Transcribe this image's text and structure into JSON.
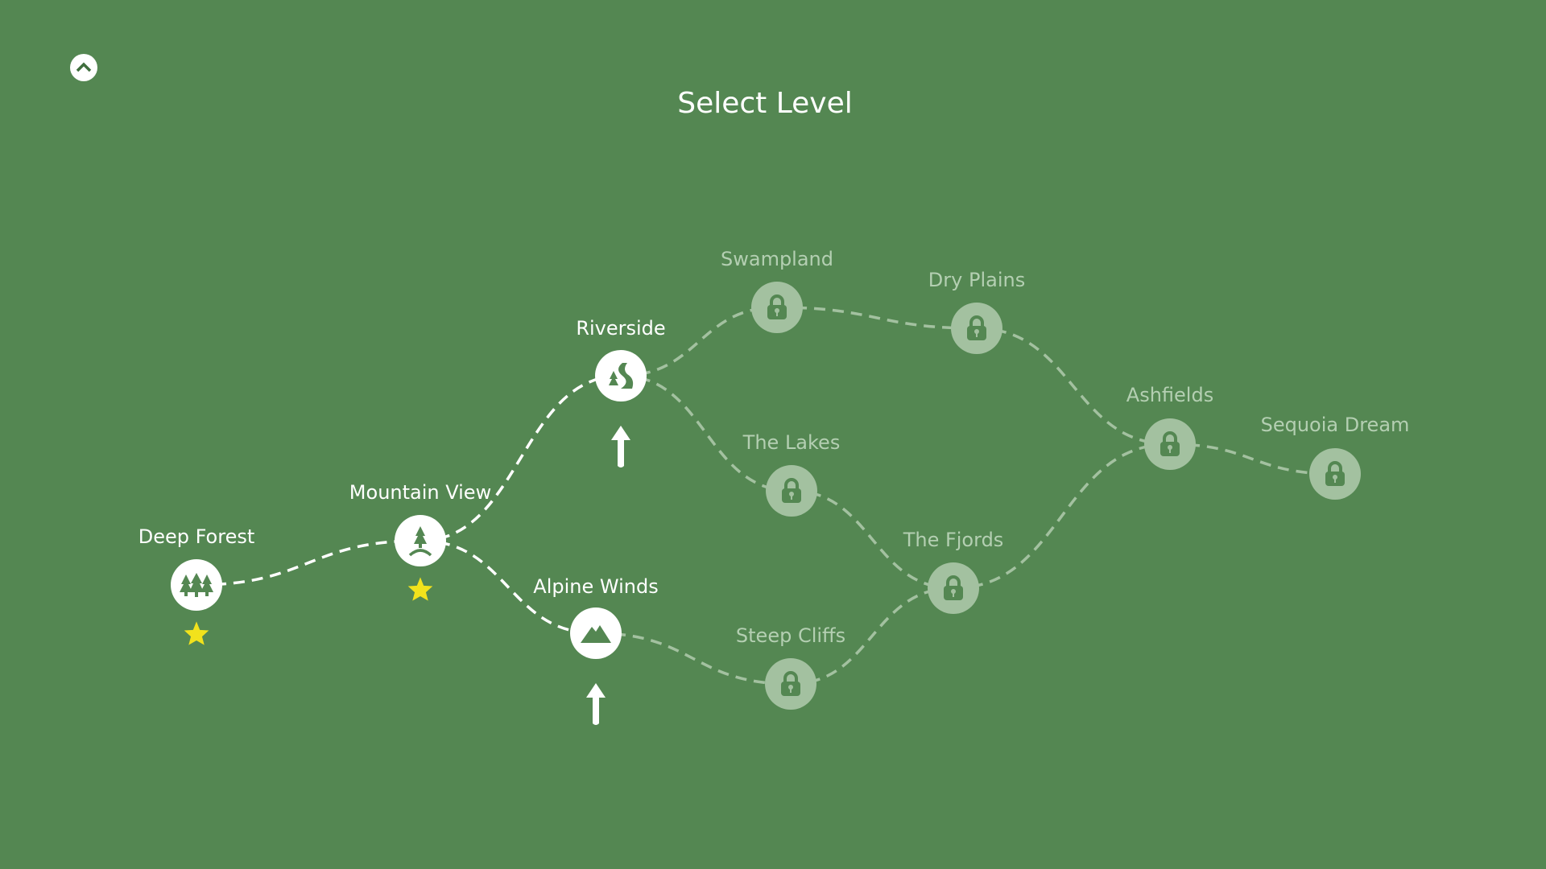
{
  "header": {
    "title": "Select Level",
    "back_icon": "chevron-up-icon"
  },
  "colors": {
    "background": "#548752",
    "open": "#ffffff",
    "locked": "#a3c1a0",
    "star": "#f2e21c",
    "icon": "#548752"
  },
  "levels": [
    {
      "id": "deep-forest",
      "label": "Deep Forest",
      "state": "open",
      "icon": "trees-icon",
      "stars": 1,
      "next": false
    },
    {
      "id": "mountain-view",
      "label": "Mountain View",
      "state": "open",
      "icon": "pine-hill-icon",
      "stars": 1,
      "next": false
    },
    {
      "id": "riverside",
      "label": "Riverside",
      "state": "open",
      "icon": "river-icon",
      "stars": 0,
      "next": true
    },
    {
      "id": "alpine-winds",
      "label": "Alpine Winds",
      "state": "open",
      "icon": "mountain-icon",
      "stars": 0,
      "next": true
    },
    {
      "id": "swampland",
      "label": "Swampland",
      "state": "locked",
      "icon": "lock-icon",
      "stars": 0,
      "next": false
    },
    {
      "id": "dry-plains",
      "label": "Dry Plains",
      "state": "locked",
      "icon": "lock-icon",
      "stars": 0,
      "next": false
    },
    {
      "id": "the-lakes",
      "label": "The Lakes",
      "state": "locked",
      "icon": "lock-icon",
      "stars": 0,
      "next": false
    },
    {
      "id": "the-fjords",
      "label": "The Fjords",
      "state": "locked",
      "icon": "lock-icon",
      "stars": 0,
      "next": false
    },
    {
      "id": "steep-cliffs",
      "label": "Steep Cliffs",
      "state": "locked",
      "icon": "lock-icon",
      "stars": 0,
      "next": false
    },
    {
      "id": "ashfields",
      "label": "Ashfields",
      "state": "locked",
      "icon": "lock-icon",
      "stars": 0,
      "next": false
    },
    {
      "id": "sequoia-dream",
      "label": "Sequoia Dream",
      "state": "locked",
      "icon": "lock-icon",
      "stars": 0,
      "next": false
    }
  ],
  "paths": [
    [
      "deep-forest",
      "mountain-view",
      "open"
    ],
    [
      "mountain-view",
      "riverside",
      "open"
    ],
    [
      "mountain-view",
      "alpine-winds",
      "open"
    ],
    [
      "riverside",
      "swampland",
      "locked"
    ],
    [
      "riverside",
      "the-lakes",
      "locked"
    ],
    [
      "alpine-winds",
      "steep-cliffs",
      "locked"
    ],
    [
      "swampland",
      "dry-plains",
      "locked"
    ],
    [
      "the-lakes",
      "the-fjords",
      "locked"
    ],
    [
      "steep-cliffs",
      "the-fjords",
      "locked"
    ],
    [
      "dry-plains",
      "ashfields",
      "locked"
    ],
    [
      "the-fjords",
      "ashfields",
      "locked"
    ],
    [
      "ashfields",
      "sequoia-dream",
      "locked"
    ]
  ]
}
